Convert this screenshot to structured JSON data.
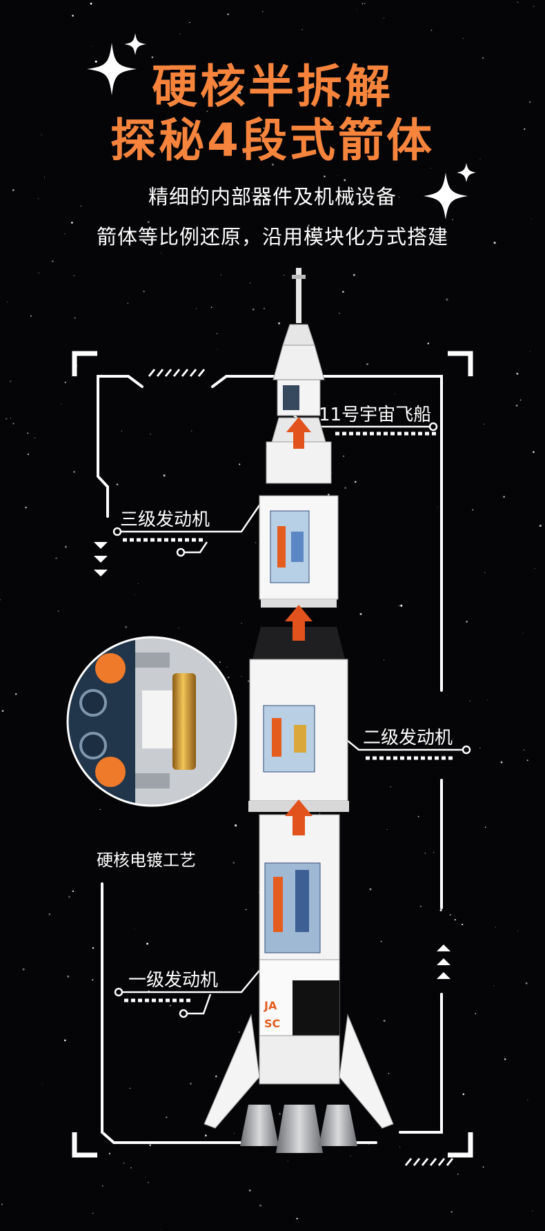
{
  "heading": {
    "line1": "硬核半拆解",
    "line2": "探秘4段式箭体"
  },
  "subheading": {
    "line1": "精细的内部器件及机械设备",
    "line2": "箭体等比例还原，沿用模块化方式搭建"
  },
  "callouts": {
    "spacecraft": "11号宇宙飞船",
    "third_stage": "三级发动机",
    "second_stage": "二级发动机",
    "first_stage": "一级发动机",
    "plating": "硬核电镀工艺"
  },
  "rocket_marking": {
    "line1": "JA",
    "line2": "SC"
  },
  "colors": {
    "title": "#f6843d",
    "accent_arrow": "#e2521c",
    "background": "#050507",
    "frame": "#ffffff"
  }
}
